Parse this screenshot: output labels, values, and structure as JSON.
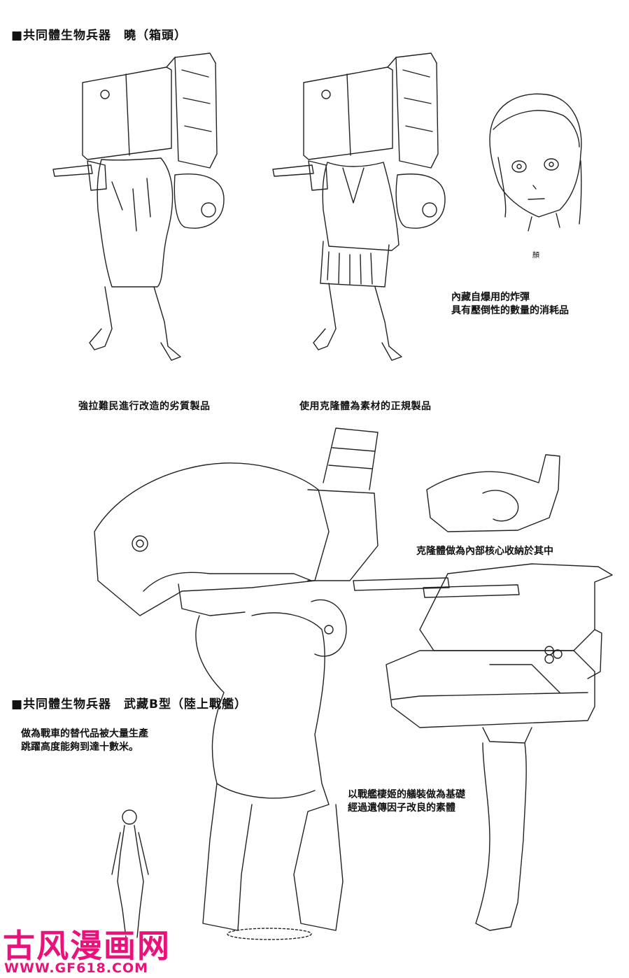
{
  "section1": {
    "heading": "■共同體生物兵器　曉（箱頭）",
    "caption_left": "強拉難民進行改造的劣質製品",
    "caption_mid": "使用克隆體為素材的正規製品",
    "face_label": "顏",
    "note_line1": "內藏自爆用的炸彈",
    "note_line2": "具有壓倒性的數量的消耗品"
  },
  "section2": {
    "heading": "■共同體生物兵器　武藏B型（陸上戰艦）",
    "desc_line1": "做為戰車的替代品被大量生產",
    "desc_line2": "跳躍高度能夠到達十數米。",
    "core_note": "克隆體做為內部核心收納於其中",
    "base_note_line1": "以戰艦棲姬的艤裝做為基礎",
    "base_note_line2": "經過遺傳因子改良的素體"
  },
  "watermark": {
    "title": "古风漫画网",
    "url": "WWW.GF618.COM"
  }
}
